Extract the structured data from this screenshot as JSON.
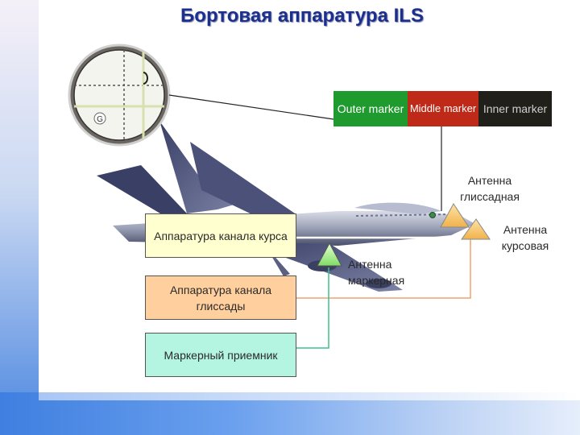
{
  "title": "Бортовая аппаратура  ILS",
  "instrument": {
    "marker_letter": "G"
  },
  "markers": {
    "outer": "Outer marker",
    "middle": "Middle marker",
    "inner": "Inner marker"
  },
  "antennas": {
    "glide": "Антенна глиссадная",
    "course": "Антенна курсовая",
    "marker": "Антенна маркерная"
  },
  "boxes": {
    "course": "Аппаратура канала курса",
    "glide": "Аппаратура канала глиссады",
    "marker": "Маркерный приемник"
  },
  "colors": {
    "outer_marker": "#1f9a2f",
    "middle_marker": "#bf2a18",
    "inner_marker": "#211f1a",
    "course_box": "#ffffd0",
    "glide_box": "#ffcf9e",
    "marker_box": "#b4f5e2",
    "glide_wire": "#f0a070",
    "marker_wire": "#3fc08a"
  }
}
